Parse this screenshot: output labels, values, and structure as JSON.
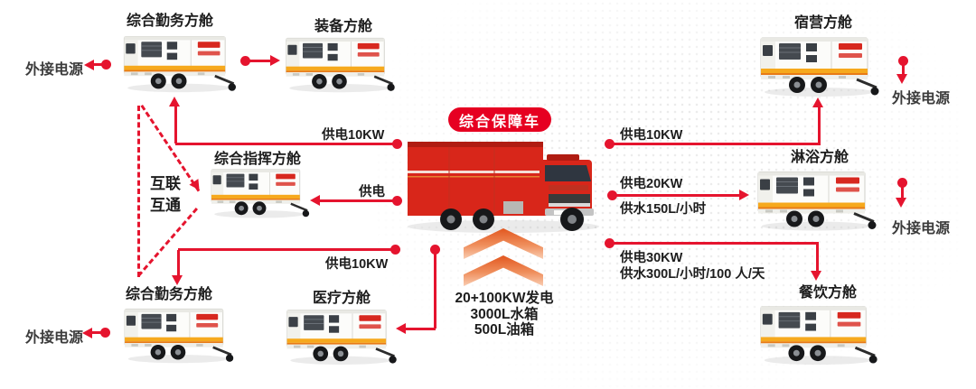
{
  "center": {
    "badge_label": "综合保障车",
    "specs": [
      "20+100KW发电",
      "3000L水箱",
      "500L油箱"
    ]
  },
  "modules": {
    "duty_top": "综合勤务方舱",
    "equipment": "装备方舱",
    "camping": "宿营方舱",
    "command": "综合指挥方舱",
    "shower": "淋浴方舱",
    "duty_bottom": "综合勤务方舱",
    "medical": "医疗方舱",
    "catering": "餐饮方舱"
  },
  "links": {
    "to_duty_top": "供电10KW",
    "to_command": "供电",
    "to_duty_bottom": "供电10KW",
    "to_camping": "供电10KW",
    "to_shower_power": "供电20KW",
    "to_shower_water": "供水150L/小时",
    "to_catering_power": "供电30KW",
    "to_catering_water": "供水300L/小时/100 人/天"
  },
  "interconnect": {
    "line1": "互联",
    "line2": "互通"
  },
  "external_power": {
    "label": "外接电源"
  },
  "colors": {
    "line_red": "#e5142e",
    "badge_red": "#e60021",
    "stripe_orange": "#f6a91d"
  }
}
